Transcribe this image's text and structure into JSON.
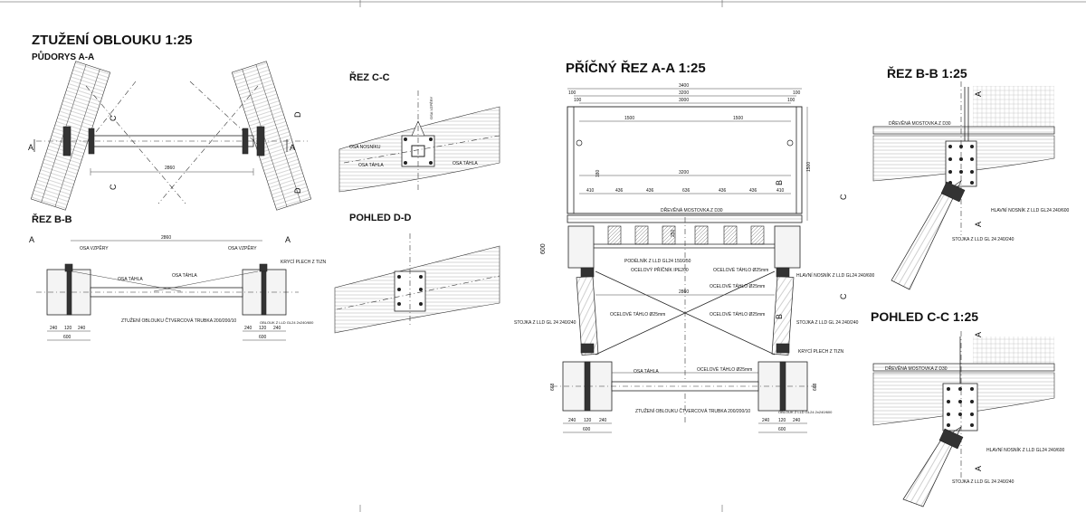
{
  "sheet": {
    "title": "ZTUŽENÍ OBLOUKU 1:25",
    "plan_title": "PŮDORYS A-A",
    "section_bb_left": "ŘEZ B-B",
    "section_cc_small": "ŘEZ C-C",
    "view_dd": "POHLED D-D",
    "cross_section": "PŘÍČNÝ ŘEZ A-A   1:25",
    "section_bb_right": "ŘEZ B-B    1:25",
    "view_cc_right": "POHLED C-C  1:25"
  },
  "markers": {
    "a": "A",
    "b": "B",
    "c": "C",
    "d": "D"
  },
  "plan": {
    "dim_2860": "2860"
  },
  "bb_left": {
    "dim_2860": "2860",
    "osa_vzpery_l": "OSA VZPĚRY",
    "osa_vzpery_r": "OSA VZPĚRY",
    "osa_tahla_1": "OSA TÁHLA",
    "osa_tahla_2": "OSA TÁHLA",
    "kryci_plech": "KRYCÍ PLECH Z TIZN",
    "ztuzeni": "ZTUŽENÍ OBLOUKU ČTVERCOVÁ TRUBKA 200/200/10",
    "oblouk": "OBLOUK Z LLD GL24 2x240/600",
    "d240a": "240",
    "d120": "120",
    "d240b": "240",
    "d600a": "600",
    "d240c": "240",
    "d120b": "120",
    "d240d": "240",
    "d600b": "600"
  },
  "cc_small": {
    "osa_nosniku": "OSA NOSNÍKU",
    "osa_tahla": "OSA TÁHLA",
    "osa_tahla2": "OSA TÁHLA",
    "osa_vzpery": "OSA VZPĚRY"
  },
  "cross": {
    "d3400": "3400",
    "d3200": "3200",
    "d3000": "3000",
    "d100a": "100",
    "d100b": "100",
    "d100c": "100",
    "d100d": "100",
    "d1500a": "1500",
    "d1500b": "1500",
    "d180": "180",
    "d3200b": "3200",
    "d1500v": "1500",
    "spacing": [
      "410",
      "436",
      "436",
      "636",
      "436",
      "436",
      "410"
    ],
    "d600": "600",
    "d250": "250",
    "d2860": "2860",
    "d668a": "668",
    "d668b": "668",
    "mostovka": "DŘEVĚNÁ MOSTOVKA Z D30",
    "podelnik": "PODÉLNÍK Z LLD GL24 150/250",
    "pricnik": "OCELOVÝ PŘÍČNÍK IPE200",
    "tahlo1": "OCELOVÉ TÁHLO Ø25mm",
    "tahlo2": "OCELOVÉ TÁHLO Ø25mm",
    "tahlo3": "OCELOVÉ TÁHLO Ø25mm",
    "tahlo4": "OCELOVÉ TÁHLO Ø25mm",
    "hlavni": "HLAVNÍ NOSNÍK Z LLD GL24 240/600",
    "stojka_l": "STOJKA Z LLD GL 24 240/240",
    "stojka_r": "STOJKA Z LLD GL 24 240/240",
    "kryci": "KRYCÍ PLECH Z TIZN",
    "osa_tahla": "OSA TÁHLA",
    "ztuzeni": "ZTUŽENÍ OBLOUKU ČTVERCOVÁ TRUBKA 200/200/10",
    "oblouk": "OBLOUK Z LLD GL24 2x240/600",
    "d240a": "240",
    "d120a": "120",
    "d240b": "240",
    "d600a": "600",
    "d240c": "240",
    "d120b": "120",
    "d240d": "240",
    "d600b": "600"
  },
  "bb_right": {
    "mostovka": "DŘEVĚNÁ MOSTOVKA Z D30",
    "hlavni": "HLAVNÍ NOSNÍK Z LLD GL24 240/600",
    "stojka": "STOJKA Z LLD GL 24 240/240"
  },
  "cc_right": {
    "mostovka": "DŘEVĚNÁ MOSTOVKA Z D30",
    "hlavni": "HLAVNÍ NOSNÍK Z LLD GL24 240/600",
    "stojka": "STOJKA Z LLD GL 24 240/240"
  }
}
